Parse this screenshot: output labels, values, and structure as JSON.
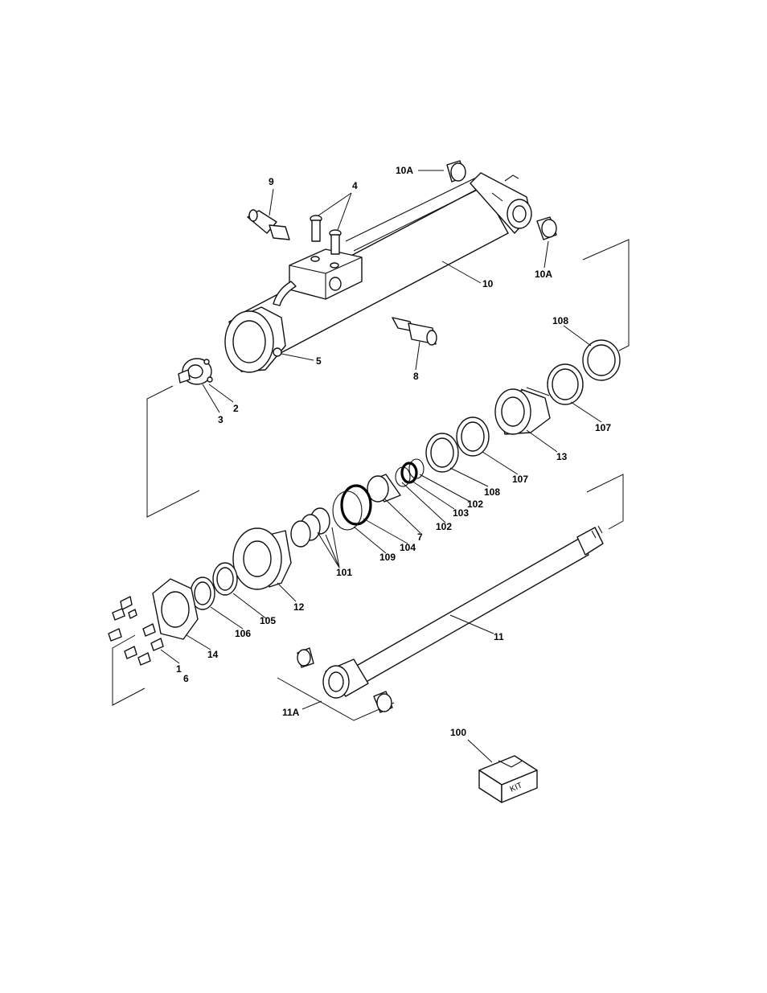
{
  "labels": {
    "p1": "1",
    "p2": "2",
    "p3": "3",
    "p4": "4",
    "p5": "5",
    "p6": "6",
    "p7": "7",
    "p8": "8",
    "p9": "9",
    "p10": "10",
    "p10a_top": "10A",
    "p10a_right": "10A",
    "p11": "11",
    "p11a": "11A",
    "p12": "12",
    "p13": "13",
    "p14": "14",
    "p100": "100",
    "p101": "101",
    "p102_a": "102",
    "p102_b": "102",
    "p103": "103",
    "p104": "104",
    "p105": "105",
    "p106": "106",
    "p107_a": "107",
    "p107_b": "107",
    "p108_a": "108",
    "p108_b": "108",
    "p109": "109"
  },
  "kit_text": "KIT"
}
